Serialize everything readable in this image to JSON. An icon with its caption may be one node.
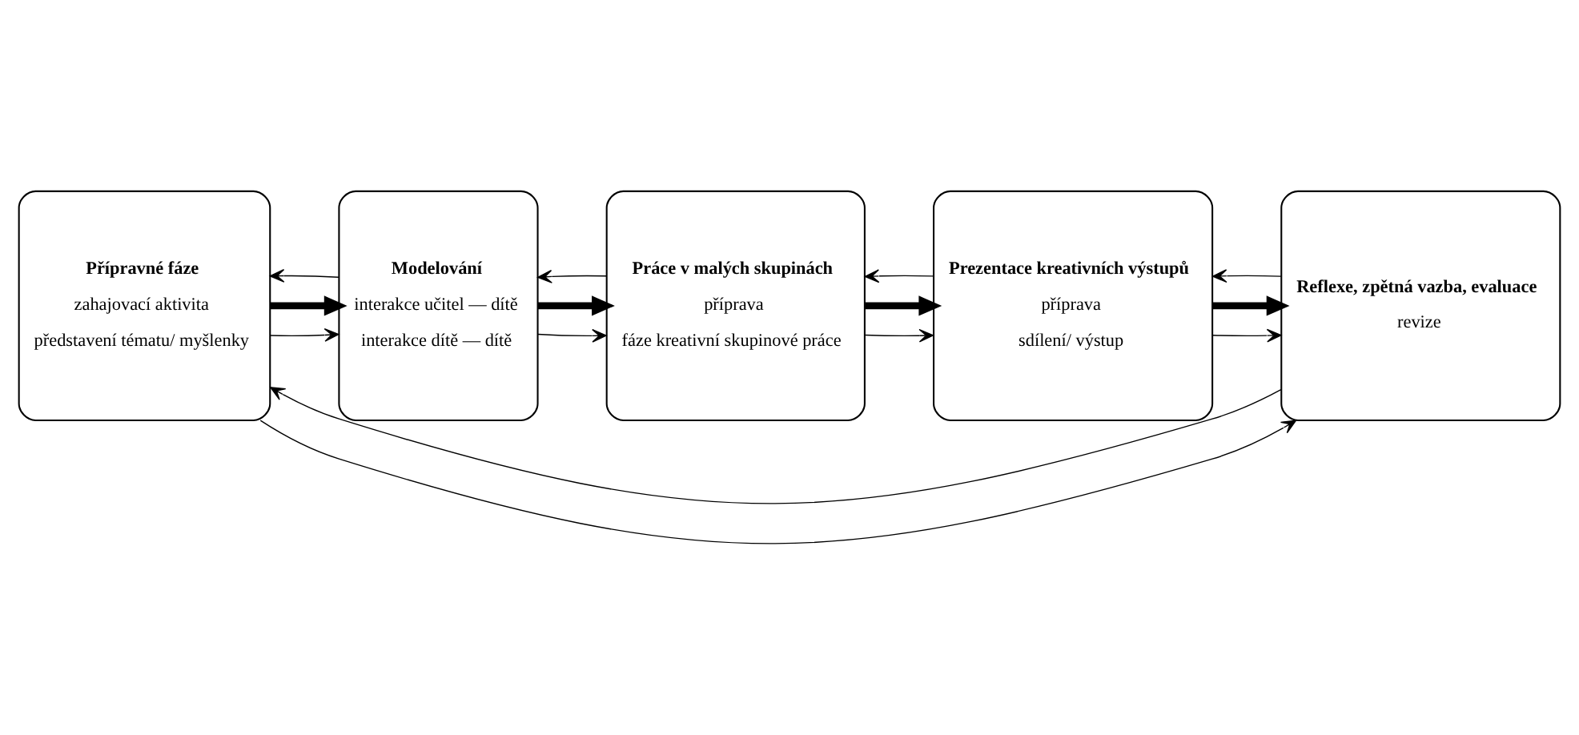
{
  "diagram": {
    "nodes": [
      {
        "text": [
          "Přípravné fáze",
          "zahajovací aktivita",
          "představení tématu/ myšlenky"
        ]
      },
      {
        "text": [
          "Modelování",
          "interakce učitel — dítě",
          "interakce dítě — dítě"
        ]
      },
      {
        "text": [
          "Práce v malých skupinách",
          "příprava",
          "fáze kreativní skupinové práce"
        ]
      },
      {
        "text": [
          "Prezentace kreativních výstupů",
          "příprava",
          "sdílení/ výstup"
        ]
      },
      {
        "text": [
          "Reflexe, zpětná vazba, evaluace",
          "revize"
        ]
      }
    ],
    "edges": [
      {
        "from": 0,
        "to": 4,
        "arrow": "to"
      },
      {
        "from": 0,
        "to": 1,
        "arrow": "to"
      },
      {
        "from": 0,
        "to": 1,
        "arrow": "to",
        "style": "thick"
      },
      {
        "from": 1,
        "to": 0,
        "arrow": "to"
      },
      {
        "from": 1,
        "to": 2,
        "arrow": "to"
      },
      {
        "from": 1,
        "to": 2,
        "arrow": "to",
        "style": "thick"
      },
      {
        "from": 2,
        "to": 1,
        "arrow": "to"
      },
      {
        "from": 2,
        "to": 3,
        "arrow": "to"
      },
      {
        "from": 2,
        "to": 3,
        "arrow": "to",
        "style": "thick"
      },
      {
        "from": 3,
        "to": 2,
        "arrow": "to"
      },
      {
        "from": 3,
        "to": 4,
        "arrow": "to"
      },
      {
        "from": 3,
        "to": 4,
        "arrow": "to",
        "style": "thick"
      },
      {
        "from": 4,
        "to": 3,
        "arrow": "to"
      },
      {
        "from": 4,
        "to": 0,
        "arrow": "to"
      }
    ]
  }
}
